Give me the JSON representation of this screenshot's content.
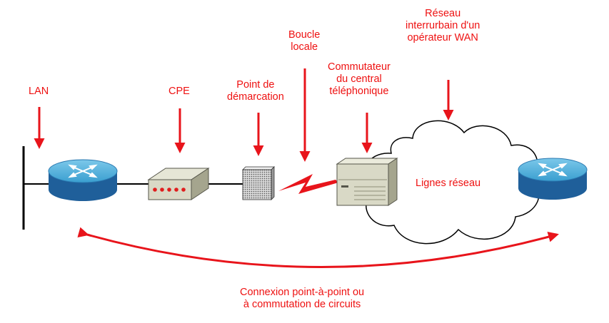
{
  "labels": {
    "lan": "LAN",
    "cpe": "CPE",
    "demarc": [
      "Point de",
      "démarcation"
    ],
    "local_loop": [
      "Boucle",
      "locale"
    ],
    "co_switch": [
      "Commutateur",
      "du central",
      "téléphonique"
    ],
    "wan_network": [
      "Réseau",
      "interrurbain d'un",
      "opérateur WAN"
    ],
    "trunk_lines": "Lignes réseau",
    "connection": [
      "Connexion point-à-point ou",
      "à commutation de circuits"
    ]
  },
  "colors": {
    "label": "#ee1111",
    "arrow": "#e8141b",
    "router_top": "#4fb3dc",
    "router_side": "#1f5f9a",
    "device_body": "#d9d9c6",
    "device_dark": "#8e8e78",
    "led": "#e01e1e",
    "line": "#000000"
  },
  "icons": [
    "router-icon",
    "cpe-device-icon",
    "demarcation-box-icon",
    "lightning-icon",
    "co-switch-icon",
    "cloud-icon"
  ]
}
